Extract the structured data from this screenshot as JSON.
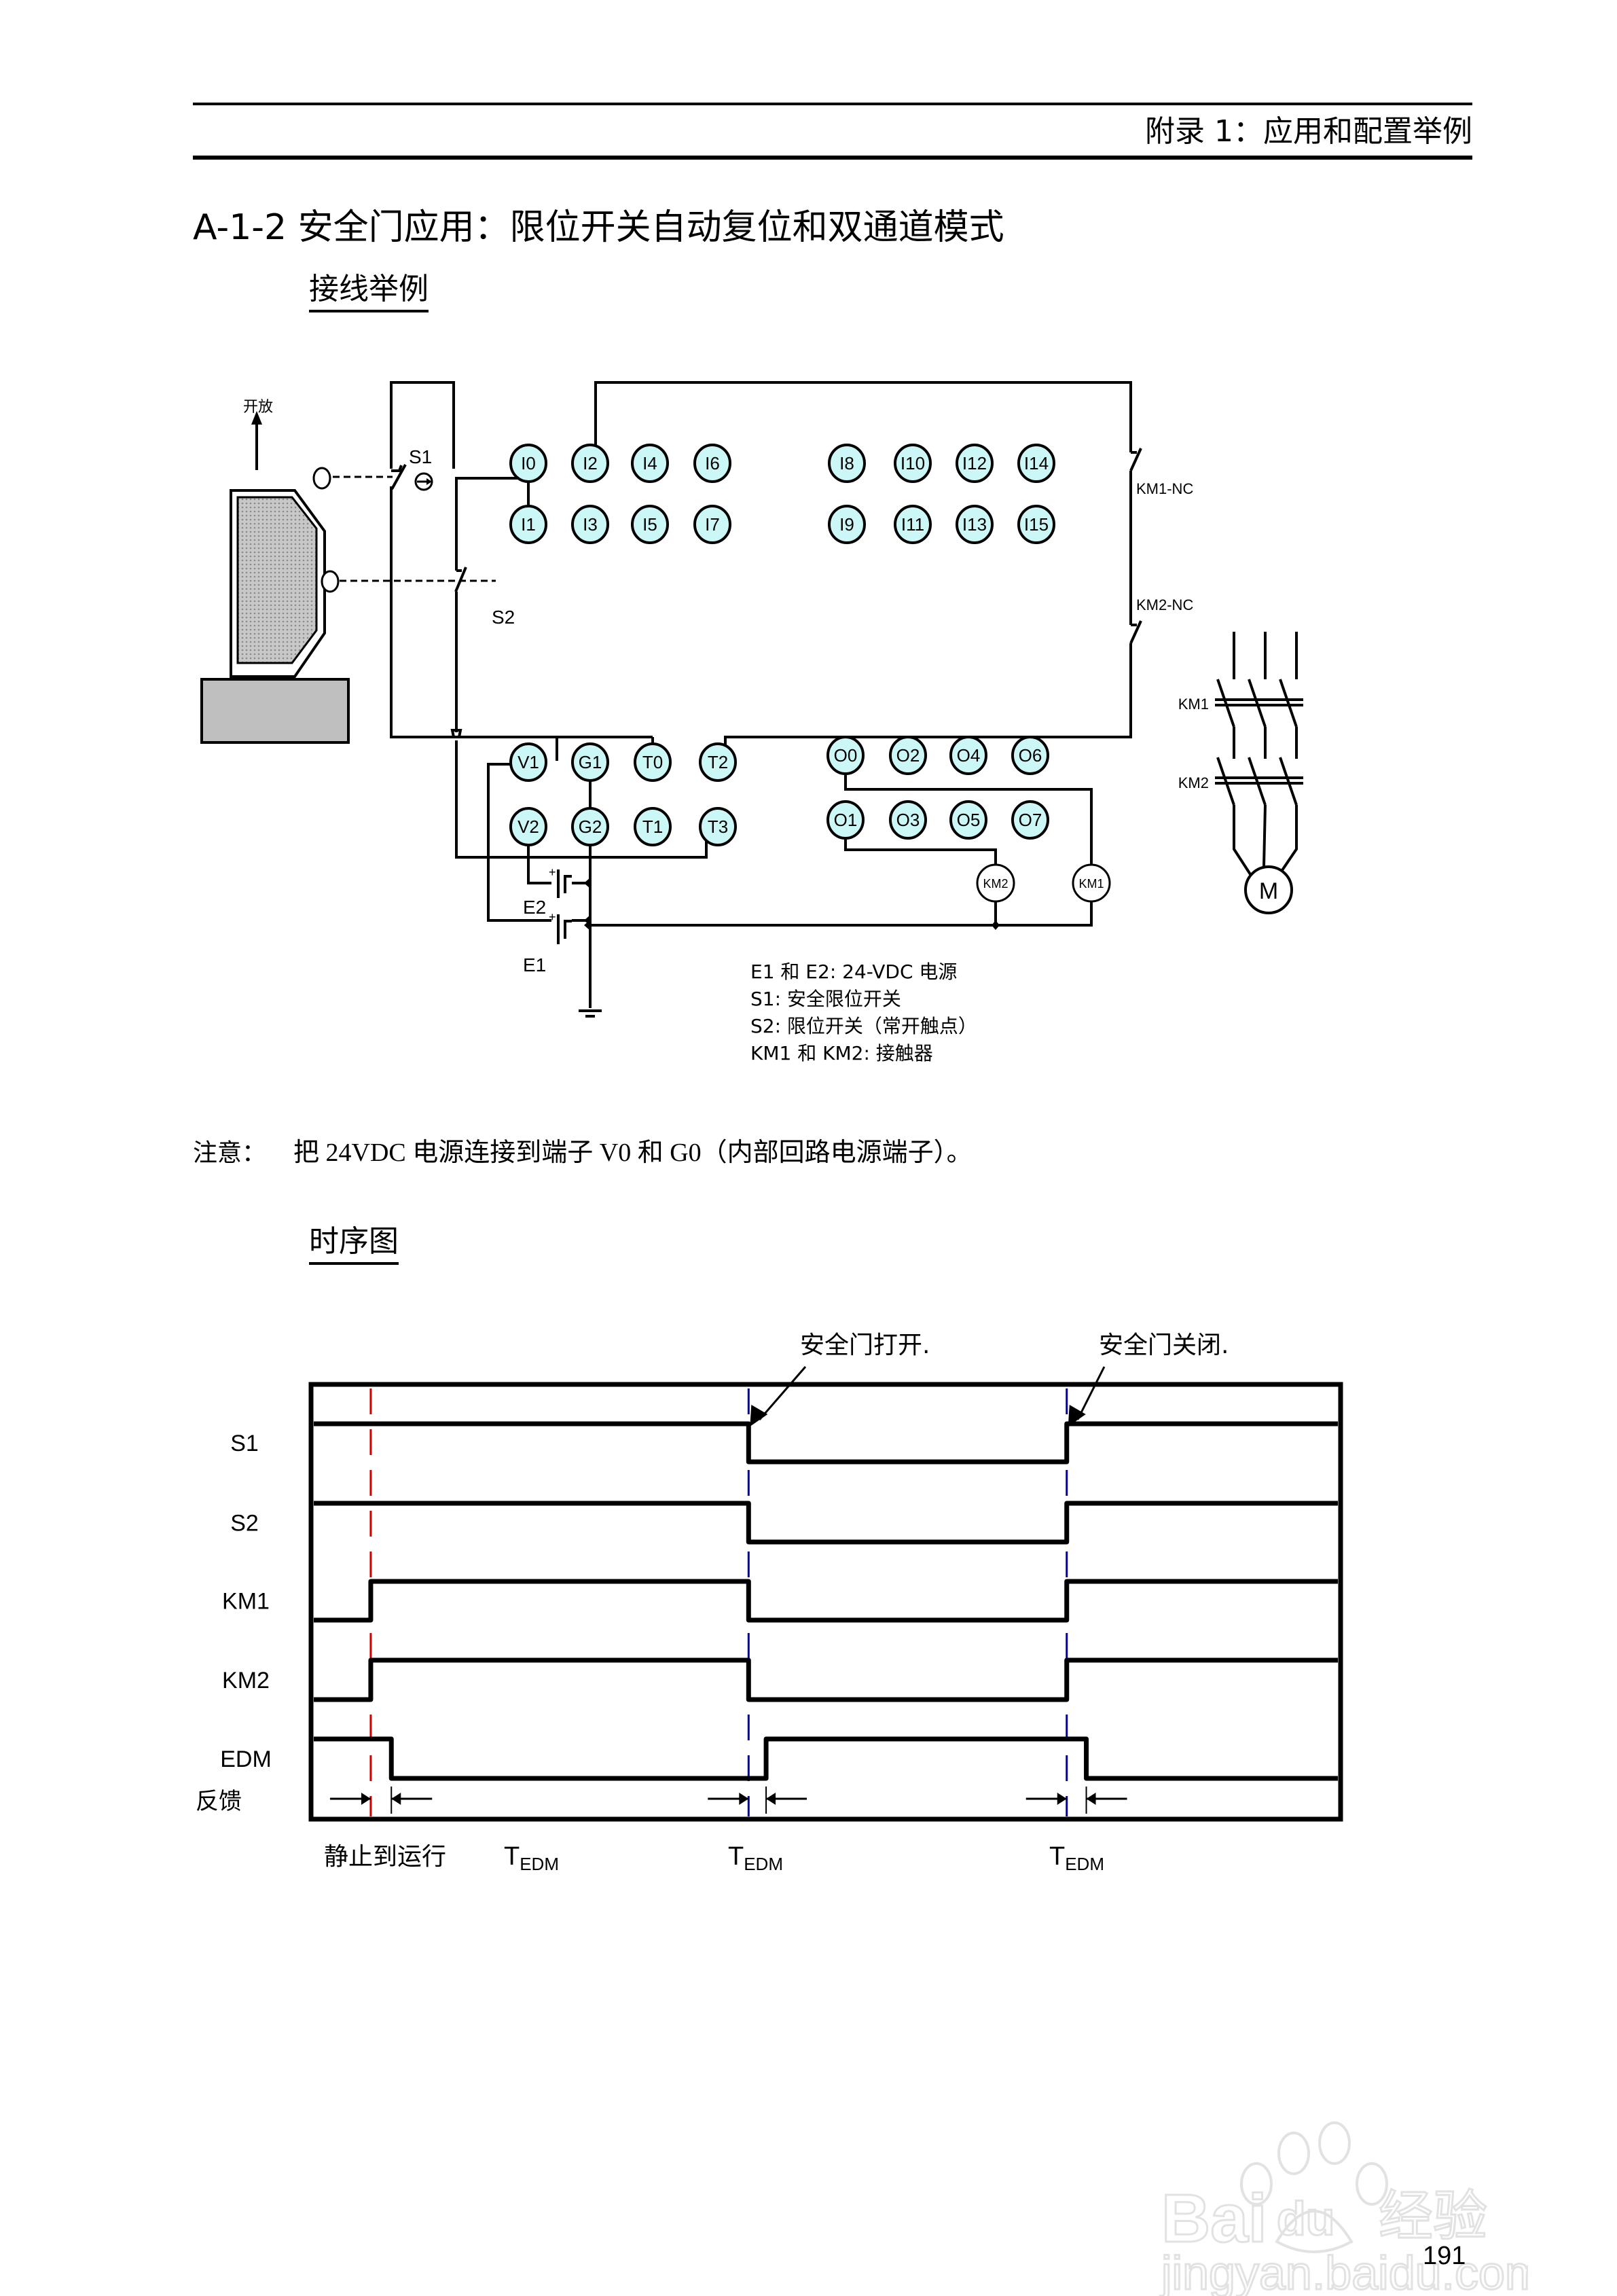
{
  "header": {
    "title": "附录 1：应用和配置举例"
  },
  "section": {
    "title": "A-1-2  安全门应用：限位开关自动复位和双通道模式",
    "wiring_heading": "接线举例",
    "timing_heading": "时序图"
  },
  "wiring": {
    "door_open_label": "开放",
    "s1_label": "S1",
    "s2_label": "S2",
    "input_terminals_top": [
      "I0",
      "I2",
      "I4",
      "I6",
      "I8",
      "I10",
      "I12",
      "I14"
    ],
    "input_terminals_bottom": [
      "I1",
      "I3",
      "I5",
      "I7",
      "I9",
      "I11",
      "I13",
      "I15"
    ],
    "power_terminals_top": [
      "V1",
      "G1",
      "T0",
      "T2"
    ],
    "power_terminals_bottom": [
      "V2",
      "G2",
      "T1",
      "T3"
    ],
    "output_terminals_top": [
      "O0",
      "O2",
      "O4",
      "O6"
    ],
    "output_terminals_bottom": [
      "O1",
      "O3",
      "O5",
      "O7"
    ],
    "km1_nc_label": "KM1-NC",
    "km2_nc_label": "KM2-NC",
    "coil_km1": "KM1",
    "coil_km2": "KM2",
    "contact_km1": "KM1",
    "contact_km2": "KM2",
    "motor_label": "M",
    "e1_label": "E1",
    "e2_label": "E2",
    "terminal_fill": "#ccf7f7",
    "legend": [
      "E1 和  E2: 24-VDC  电源",
      "S1:  安全限位开关",
      "S2:  限位开关（常开触点）",
      "KM1 和  KM2:  接触器"
    ]
  },
  "note": {
    "label": "注意：",
    "text": "把 24VDC 电源连接到端子 V0 和 G0（内部回路电源端子）。"
  },
  "chart_data": {
    "type": "line",
    "title": "时序图",
    "xlabel": "",
    "ylabel": "",
    "x_range": [
      0,
      100
    ],
    "annotations": [
      {
        "text": "安全门打开.",
        "at": 42.5
      },
      {
        "text": "安全门关闭.",
        "at": 73.4
      }
    ],
    "markers": [
      {
        "name": "start",
        "at": 5.8,
        "color": "#cc0000",
        "style": "dashed"
      },
      {
        "name": "door-open",
        "at": 42.5,
        "color": "#0000aa",
        "style": "dashed"
      },
      {
        "name": "door-close",
        "at": 73.4,
        "color": "#0000aa",
        "style": "dashed"
      }
    ],
    "series": [
      {
        "name": "S1",
        "initial": 1,
        "transitions": [
          {
            "t": 42.5,
            "v": 0
          },
          {
            "t": 73.4,
            "v": 1
          }
        ]
      },
      {
        "name": "S2",
        "initial": 1,
        "transitions": [
          {
            "t": 42.5,
            "v": 0
          },
          {
            "t": 73.4,
            "v": 1
          }
        ]
      },
      {
        "name": "KM1",
        "initial": 0,
        "transitions": [
          {
            "t": 5.8,
            "v": 1
          },
          {
            "t": 42.5,
            "v": 0
          },
          {
            "t": 73.4,
            "v": 1
          }
        ]
      },
      {
        "name": "KM2",
        "initial": 0,
        "transitions": [
          {
            "t": 5.8,
            "v": 1
          },
          {
            "t": 42.5,
            "v": 0
          },
          {
            "t": 73.4,
            "v": 1
          }
        ]
      },
      {
        "name": "EDM",
        "sublabel": "反馈",
        "initial": 1,
        "transitions": [
          {
            "t": 7.8,
            "v": 0
          },
          {
            "t": 44.2,
            "v": 1
          },
          {
            "t": 75.3,
            "v": 0
          }
        ]
      }
    ],
    "intervals": [
      {
        "from": 5.8,
        "to": 7.8,
        "label": "TEDM",
        "caption": "静止到运行"
      },
      {
        "from": 42.5,
        "to": 44.2,
        "label": "TEDM"
      },
      {
        "from": 73.4,
        "to": 75.3,
        "label": "TEDM"
      }
    ],
    "t_main": "T",
    "t_sub": "EDM",
    "caption_start": "静止到运行"
  },
  "footer": {
    "page_number": "191",
    "watermark_brand": "Bai du 经验",
    "watermark_url": "jingyan.baidu.com"
  }
}
